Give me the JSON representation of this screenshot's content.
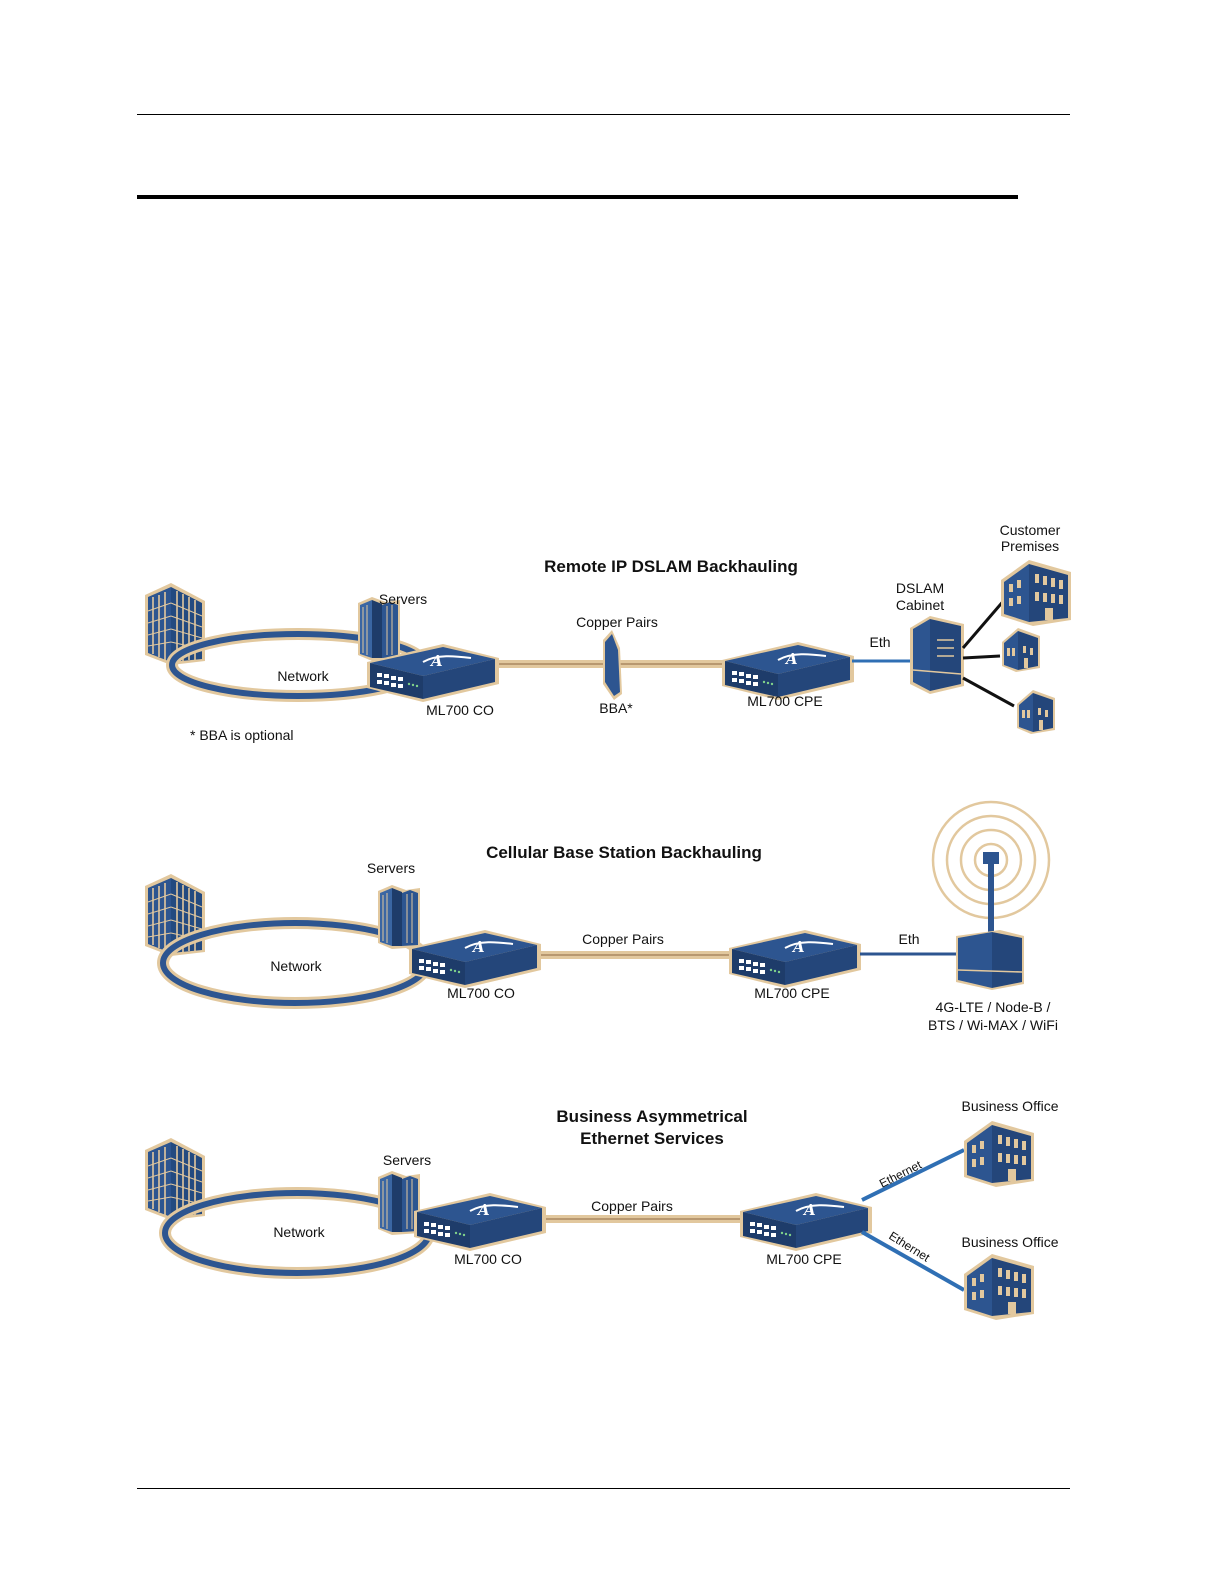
{
  "panels": [
    {
      "title_lines": [
        "Remote IP DSLAM Backhauling"
      ],
      "servers": "Servers",
      "network": "Network",
      "co": "ML700 CO",
      "cpe": "ML700 CPE",
      "copper": "Copper Pairs",
      "bba": "BBA*",
      "note": "* BBA is optional",
      "eth": "Eth",
      "dslam": [
        "DSLAM",
        "Cabinet"
      ],
      "customer": [
        "Customer",
        "Premises"
      ]
    },
    {
      "title_lines": [
        "Cellular Base Station Backhauling"
      ],
      "servers": "Servers",
      "network": "Network",
      "co": "ML700 CO",
      "cpe": "ML700 CPE",
      "copper": "Copper Pairs",
      "eth": "Eth",
      "base_station": [
        "4G-LTE / Node-B /",
        "BTS / Wi-MAX / WiFi"
      ]
    },
    {
      "title_lines": [
        "Business Asymmetrical",
        "Ethernet Services"
      ],
      "servers": "Servers",
      "network": "Network",
      "co": "ML700 CO",
      "cpe": "ML700 CPE",
      "copper": "Copper Pairs",
      "ethernet_a": "Ethernet",
      "ethernet_b": "Ethernet",
      "office_a": "Business Office",
      "office_b": "Business Office"
    }
  ],
  "colors": {
    "device_blue": "#2d5590",
    "device_dark": "#1e3c6a",
    "tan": "#d9b98a",
    "eth_blue": "#2f6fb4",
    "cable_black": "#111111"
  },
  "icons": [
    "office-building-icon",
    "server-rack-icon",
    "network-ring-icon",
    "ml700-device-icon",
    "bba-icon",
    "dslam-cabinet-icon",
    "house-icon",
    "cell-tower-icon",
    "business-office-icon"
  ]
}
